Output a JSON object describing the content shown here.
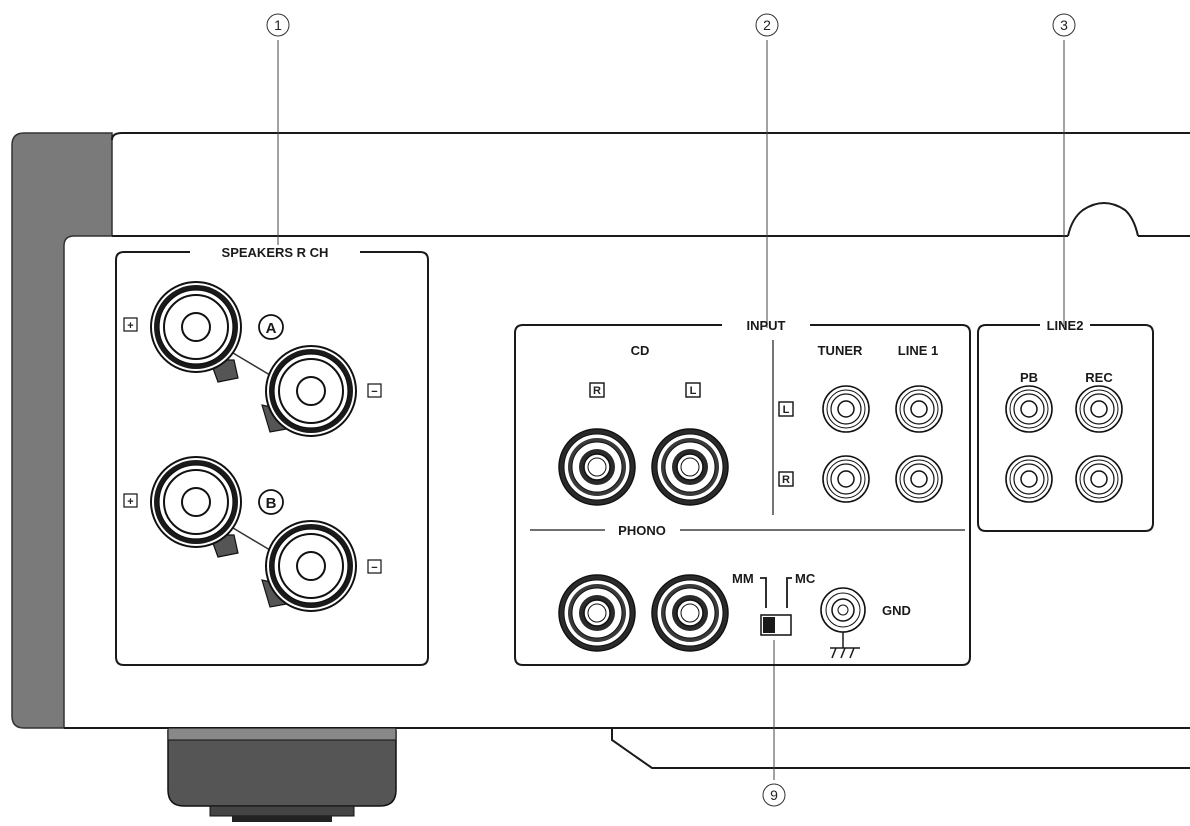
{
  "callouts": {
    "c1": "1",
    "c2": "2",
    "c3": "3",
    "c9": "9"
  },
  "speakers": {
    "title": "SPEAKERS R CH",
    "a_label": "A",
    "b_label": "B",
    "plus": "+",
    "minus": "−"
  },
  "input": {
    "title": "INPUT",
    "cd": "CD",
    "tuner": "TUNER",
    "line1": "LINE 1",
    "r": "R",
    "l": "L"
  },
  "phono": {
    "title": "PHONO",
    "mm": "MM",
    "mc": "MC",
    "gnd": "GND"
  },
  "line2": {
    "title": "LINE2",
    "pb": "PB",
    "rec": "REC"
  },
  "colors": {
    "panel_dark": "#7a7a7a",
    "ink": "#1a1a1a",
    "jack_dark": "#333333"
  }
}
